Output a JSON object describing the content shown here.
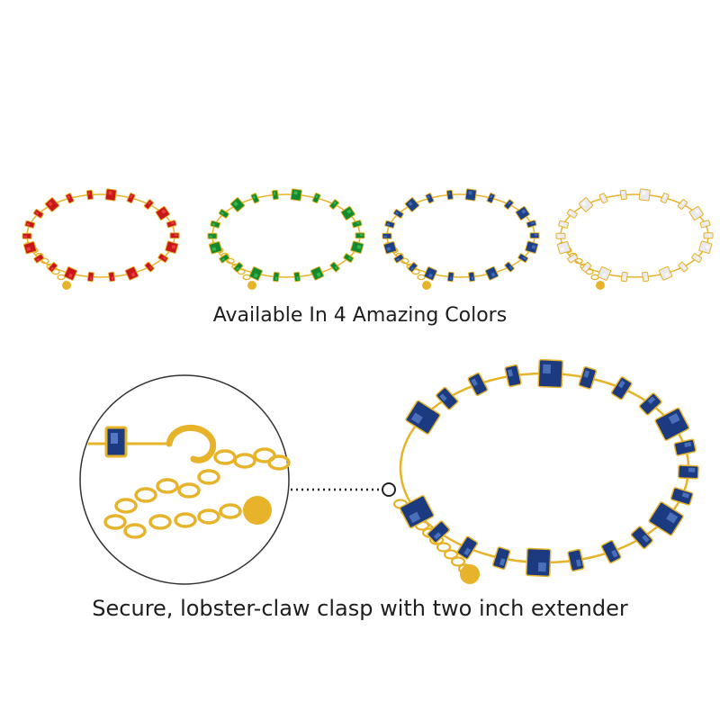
{
  "captions": {
    "colors": "Available In 4 Amazing Colors",
    "clasp": "Secure, lobster-claw clasp with two inch extender"
  },
  "variants": [
    {
      "name": "red",
      "color": "#c8161d",
      "highlight": "#ff5a4f"
    },
    {
      "name": "green",
      "color": "#138a2c",
      "highlight": "#52d46a"
    },
    {
      "name": "blue",
      "color": "#1d3f86",
      "highlight": "#5d86d6"
    },
    {
      "name": "clear",
      "color": "#e9e9ee",
      "highlight": "#ffffff"
    }
  ],
  "detail": {
    "stone_color": "#1b3a80",
    "stone_highlight": "#6a92e0",
    "metal_color": "#e6b32a"
  }
}
